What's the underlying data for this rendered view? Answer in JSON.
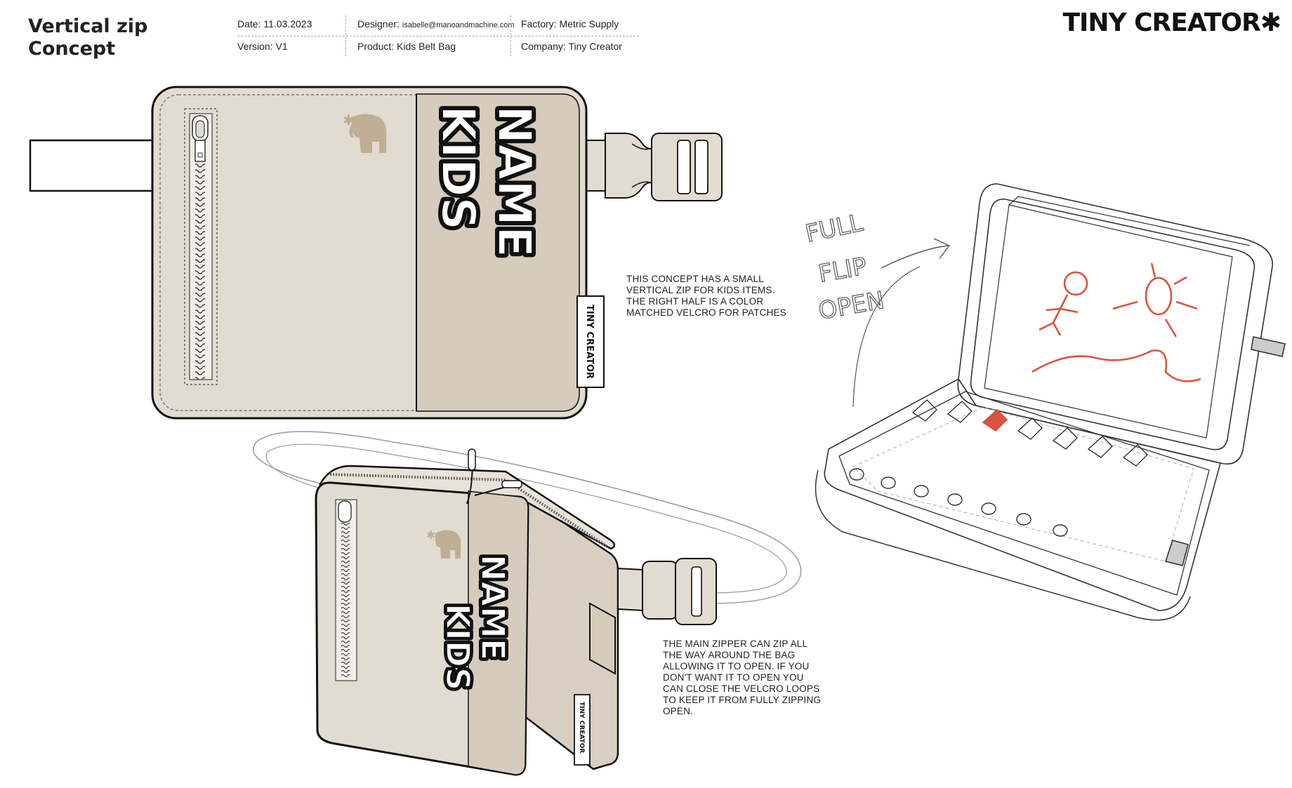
{
  "header": {
    "title_line1": "Vertical zip",
    "title_line2": "Concept",
    "date": "Date: 11.03.2023",
    "version": "Version: V1",
    "designer_label": "Designer: ",
    "designer_email": "isabelle@manoandmachine.com",
    "product": "Product: Kids Belt Bag",
    "factory": "Factory: Metric Supply",
    "company": "Company: Tiny Creator"
  },
  "brand": {
    "logo_text": "TINY CREATOR",
    "logo_mark": "✱"
  },
  "drawing": {
    "patch_line1": "KIDS",
    "patch_line2": "NAME",
    "label_tag": "TINY CREATOR",
    "sketch_note": [
      "FULL",
      "FLIP",
      "OPEN"
    ]
  },
  "notes": {
    "note1": [
      "THIS CONCEPT HAS A SMALL",
      "VERTICAL ZIP FOR KIDS ITEMS.",
      "THE RIGHT HALF IS A COLOR",
      "MATCHED VELCRO FOR PATCHES"
    ],
    "note2": [
      "THE MAIN ZIPPER CAN ZIP ALL",
      "THE WAY AROUND THE BAG",
      "ALLOWING IT TO OPEN. IF YOU",
      "DON'T WANT IT TO OPEN YOU",
      "CAN CLOSE THE VELCRO LOOPS",
      "TO KEEP IT FROM FULLY ZIPPING",
      "OPEN."
    ]
  },
  "colors": {
    "bag_fill": "#e2dbd0",
    "velcro_fill": "#d6ccbe",
    "outline": "#111111",
    "logo_tan": "#bfae93",
    "crayon_red": "#d9533f"
  }
}
